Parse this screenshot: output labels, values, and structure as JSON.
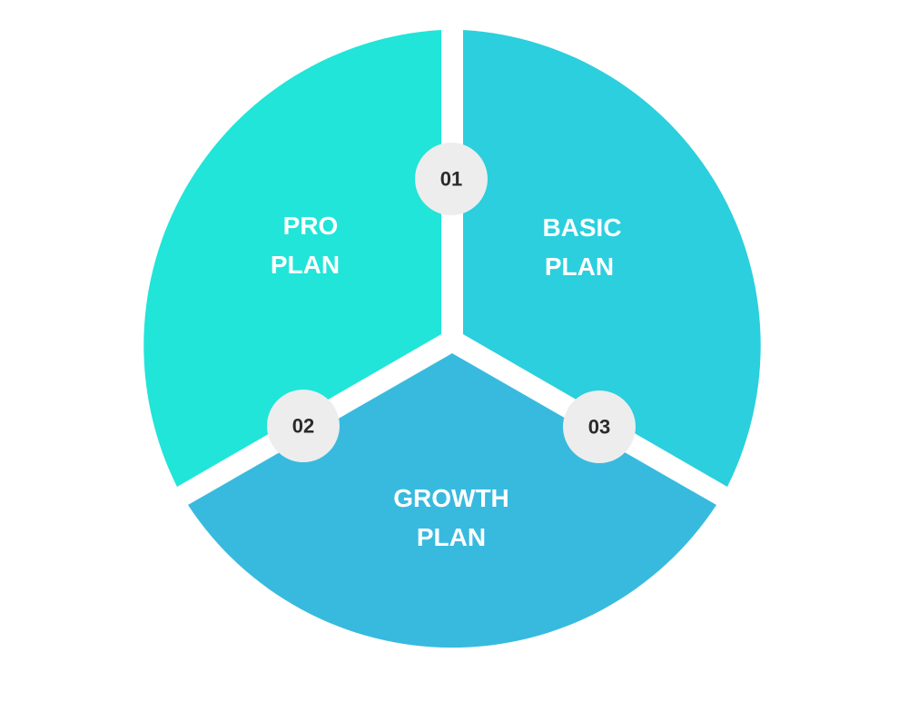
{
  "segments": [
    {
      "id": "pro",
      "line1": "PRO",
      "line2": "PLAN",
      "color": "#20E5D8"
    },
    {
      "id": "basic",
      "line1": "BASIC",
      "line2": "PLAN",
      "color": "#2BCFDD"
    },
    {
      "id": "growth",
      "line1": "GROWTH",
      "line2": "PLAN",
      "color": "#38BADF"
    }
  ],
  "badges": [
    {
      "text": "01",
      "color": "#EDEDED"
    },
    {
      "text": "02",
      "color": "#EDEDED"
    },
    {
      "text": "03",
      "color": "#EDEDED"
    }
  ]
}
